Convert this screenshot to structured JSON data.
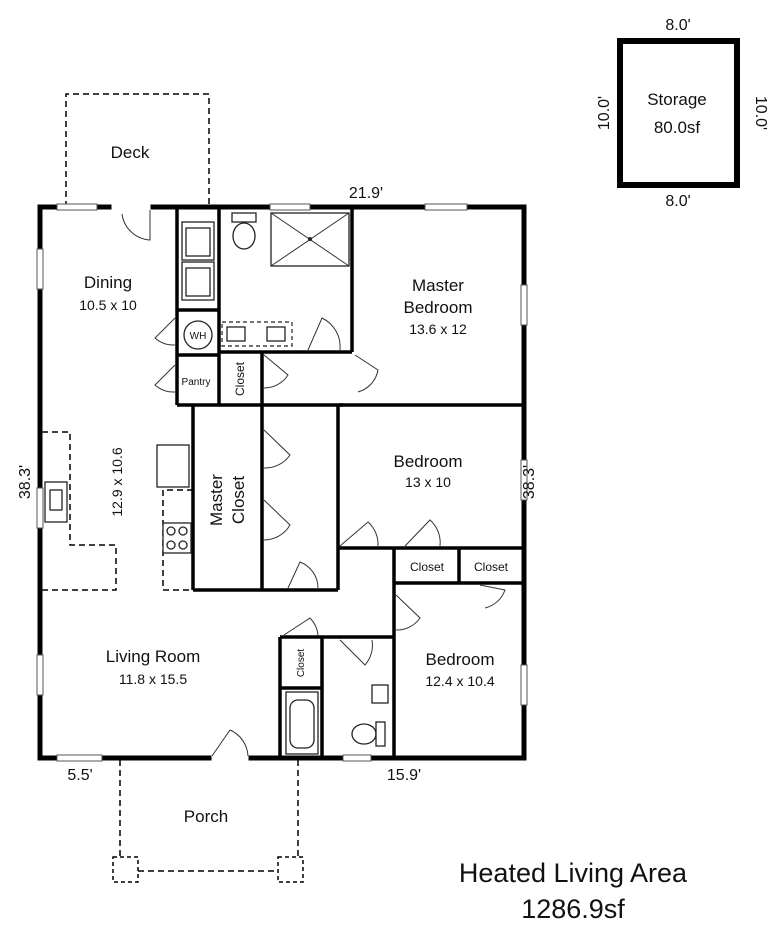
{
  "rooms": {
    "deck": "Deck",
    "dining": {
      "name": "Dining",
      "size": "10.5 x 10"
    },
    "kitchen_size": "12.9 x 10.6",
    "master_bedroom": {
      "name_line1": "Master",
      "name_line2": "Bedroom",
      "size": "13.6 x 12"
    },
    "bedroom_mid": {
      "name": "Bedroom",
      "size": "13 x 10"
    },
    "bedroom_low": {
      "name": "Bedroom",
      "size": "12.4 x 10.4"
    },
    "living_room": {
      "name": "Living Room",
      "size": "11.8 x 15.5"
    },
    "porch": "Porch",
    "master_closet": {
      "line1": "Master",
      "line2": "Closet"
    },
    "closet": "Closet",
    "pantry": "Pantry",
    "water_heater": "WH"
  },
  "storage": {
    "name": "Storage",
    "area": "80.0sf",
    "top": "8.0'",
    "bottom": "8.0'",
    "left": "10.0'",
    "right": "10.0'"
  },
  "dimensions": {
    "top": "21.9'",
    "left": "38.3'",
    "right": "38.3'",
    "bottom_left": "5.5'",
    "bottom_right": "15.9'"
  },
  "footer": {
    "label": "Heated Living Area",
    "value": "1286.9sf"
  }
}
